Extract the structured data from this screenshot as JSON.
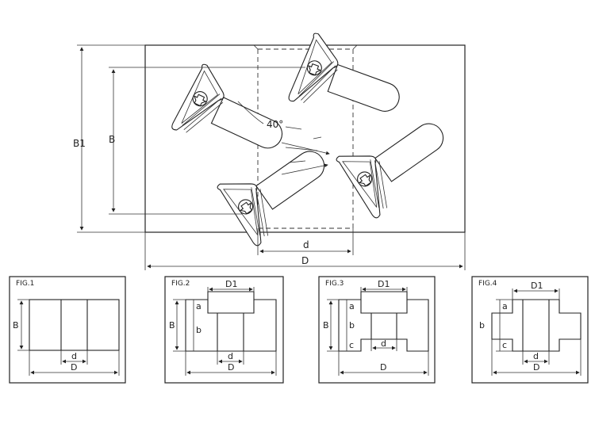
{
  "main_view": {
    "dim_B1": "B1",
    "dim_B": "B",
    "dim_d": "d",
    "dim_D": "D",
    "angle": "40°"
  },
  "figures": [
    {
      "title": "FIG.1",
      "B": "B",
      "d": "d",
      "D": "D"
    },
    {
      "title": "FIG.2",
      "D1": "D1",
      "a": "a",
      "b": "b",
      "B": "B",
      "d": "d",
      "D": "D"
    },
    {
      "title": "FIG.3",
      "D1": "D1",
      "a": "a",
      "b": "b",
      "c": "c",
      "B": "B",
      "d": "d",
      "D": "D"
    },
    {
      "title": "FIG.4",
      "D1": "D1",
      "a": "a",
      "b": "b",
      "c": "c",
      "d": "d",
      "D": "D"
    }
  ]
}
